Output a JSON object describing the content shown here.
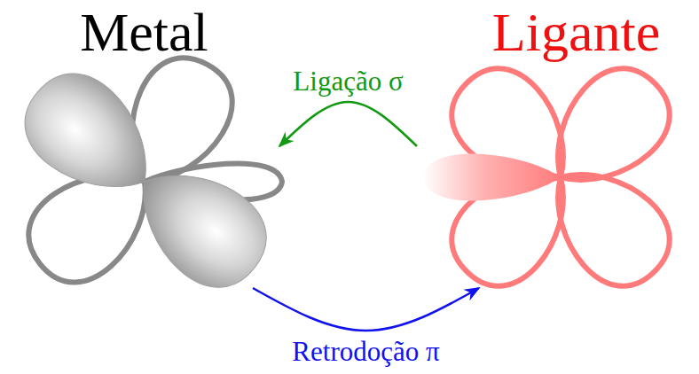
{
  "diagram": {
    "nodes": [
      {
        "text": [
          "Metal"
        ]
      },
      {
        "text": [
          "Ligante"
        ]
      }
    ],
    "edges": [
      {
        "from": 1,
        "to": 0,
        "arrow": "to",
        "label": "Ligação σ"
      },
      {
        "from": 0,
        "to": 1,
        "arrow": "to",
        "label": "Retrodoção π"
      }
    ]
  }
}
